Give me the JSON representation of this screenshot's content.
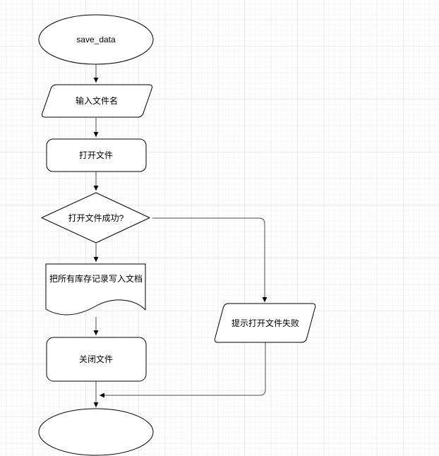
{
  "diagram": {
    "type": "flowchart",
    "nodes": [
      {
        "id": "start",
        "shape": "ellipse",
        "label": "save_data"
      },
      {
        "id": "input-filename",
        "shape": "parallelogram",
        "label": "输入文件名"
      },
      {
        "id": "open-file",
        "shape": "rounded-rectangle",
        "label": "打开文件"
      },
      {
        "id": "open-file-success",
        "shape": "decision-diamond",
        "label": "打开文件成功?"
      },
      {
        "id": "write-records",
        "shape": "document",
        "label": "把所有库存记录写入文档"
      },
      {
        "id": "close-file",
        "shape": "rounded-rectangle",
        "label": "关闭文件"
      },
      {
        "id": "end",
        "shape": "ellipse",
        "label": ""
      },
      {
        "id": "prompt-open-fail",
        "shape": "parallelogram",
        "label": "提示打开文件失败"
      }
    ],
    "edges": [
      {
        "from": "start",
        "to": "input-filename",
        "label": ""
      },
      {
        "from": "input-filename",
        "to": "open-file",
        "label": ""
      },
      {
        "from": "open-file",
        "to": "open-file-success",
        "label": ""
      },
      {
        "from": "open-file-success",
        "to": "write-records",
        "label": ""
      },
      {
        "from": "write-records",
        "to": "close-file",
        "label": ""
      },
      {
        "from": "close-file",
        "to": "end",
        "label": ""
      },
      {
        "from": "open-file-success",
        "to": "prompt-open-fail",
        "label": ""
      },
      {
        "from": "prompt-open-fail",
        "to": "end",
        "label": ""
      }
    ],
    "colors": {
      "background": "#ffffff",
      "grid_minor": "#f7f7f7",
      "grid_major": "#ececec",
      "shape_fill": "#ffffff",
      "shape_stroke": "#000000",
      "connector": "#4d4d4d",
      "arrowhead": "#000000",
      "text": "#000000"
    }
  }
}
